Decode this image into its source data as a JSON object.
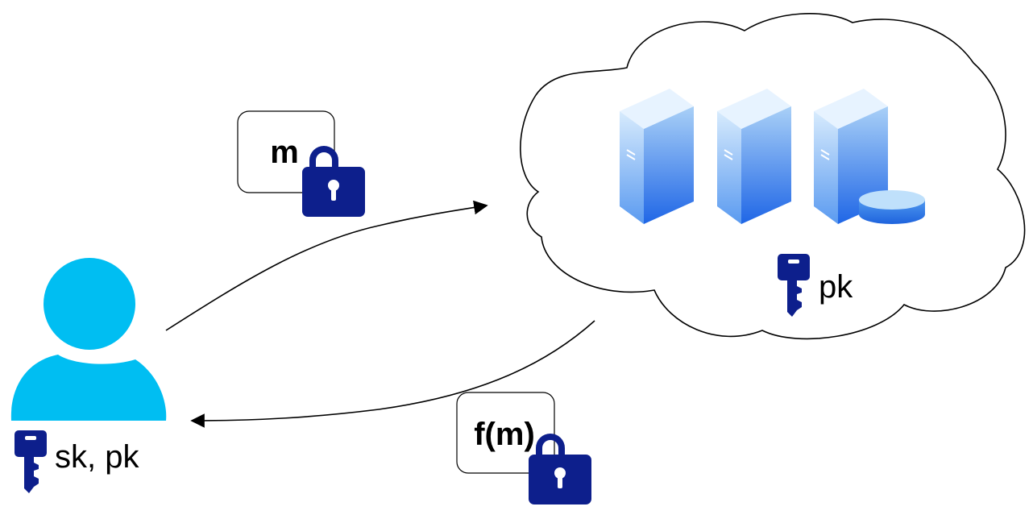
{
  "user": {
    "keys_label": "sk, pk"
  },
  "cloud": {
    "key_label": "pk"
  },
  "messages": {
    "outgoing_label": "m",
    "incoming_label": "f(m)"
  },
  "colors": {
    "user": "#00BEF2",
    "lock_key": "#0D1F8C",
    "server_light": "#9CC8F5",
    "server_dark": "#1E6FE0"
  },
  "icons": [
    "user-icon",
    "key-icon",
    "lock-icon",
    "server-icon",
    "database-icon",
    "cloud-shape"
  ]
}
